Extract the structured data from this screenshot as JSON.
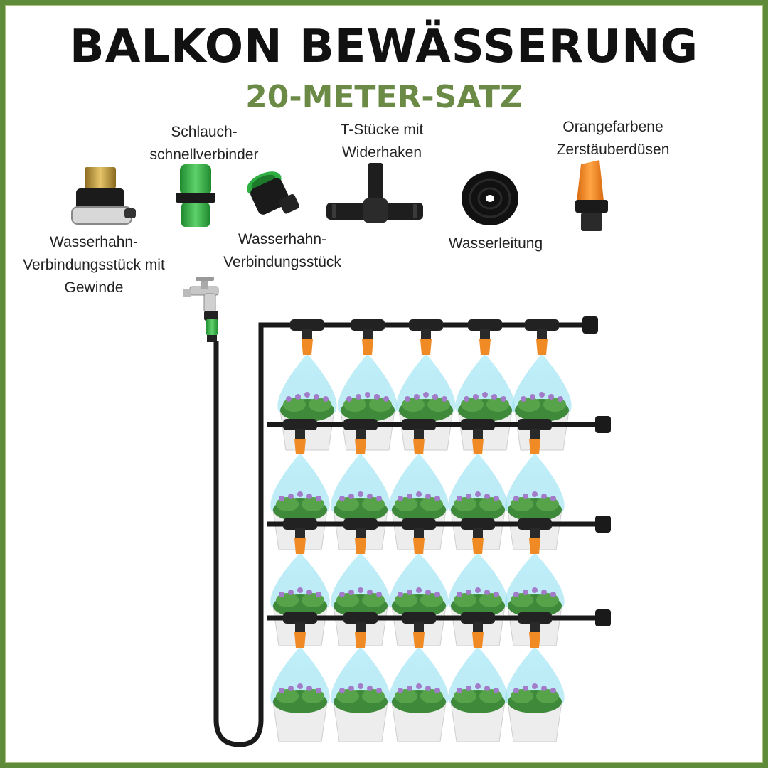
{
  "header": {
    "title": "BALKON BEWÄSSERUNG",
    "subtitle": "20-METER-SATZ"
  },
  "parts": [
    {
      "id": "faucet-thread",
      "label_lines": [
        "Wasserhahn-",
        "Verbindungsstück mit",
        "Gewinde"
      ],
      "icon": "threaded-faucet-connector-icon"
    },
    {
      "id": "quick-connector",
      "label_lines": [
        "Schlauch-",
        "schnellverbinder"
      ],
      "icon": "hose-quick-connector-icon"
    },
    {
      "id": "faucet-connector",
      "label_lines": [
        "Wasserhahn-",
        "Verbindungsstück"
      ],
      "icon": "faucet-connector-icon"
    },
    {
      "id": "t-piece",
      "label_lines": [
        "T-Stücke mit",
        "Widerhaken"
      ],
      "icon": "barbed-t-piece-icon"
    },
    {
      "id": "water-line",
      "label_lines": [
        "Wasserleitung"
      ],
      "icon": "hose-coil-icon"
    },
    {
      "id": "nozzle",
      "label_lines": [
        "Orangefarbene",
        "Zerstäuberdüsen"
      ],
      "icon": "orange-mist-nozzle-icon"
    }
  ],
  "colors": {
    "frame": "#5f8a3a",
    "subtitle": "#6a8a45",
    "pipe": "#1a1a1a",
    "nozzle": "#f08a24",
    "mist": "#9fe3f2",
    "connector_green": "#3bb54a",
    "brass": "#c9a040"
  },
  "diagram": {
    "rows": 4,
    "nozzles_per_row": 5
  }
}
